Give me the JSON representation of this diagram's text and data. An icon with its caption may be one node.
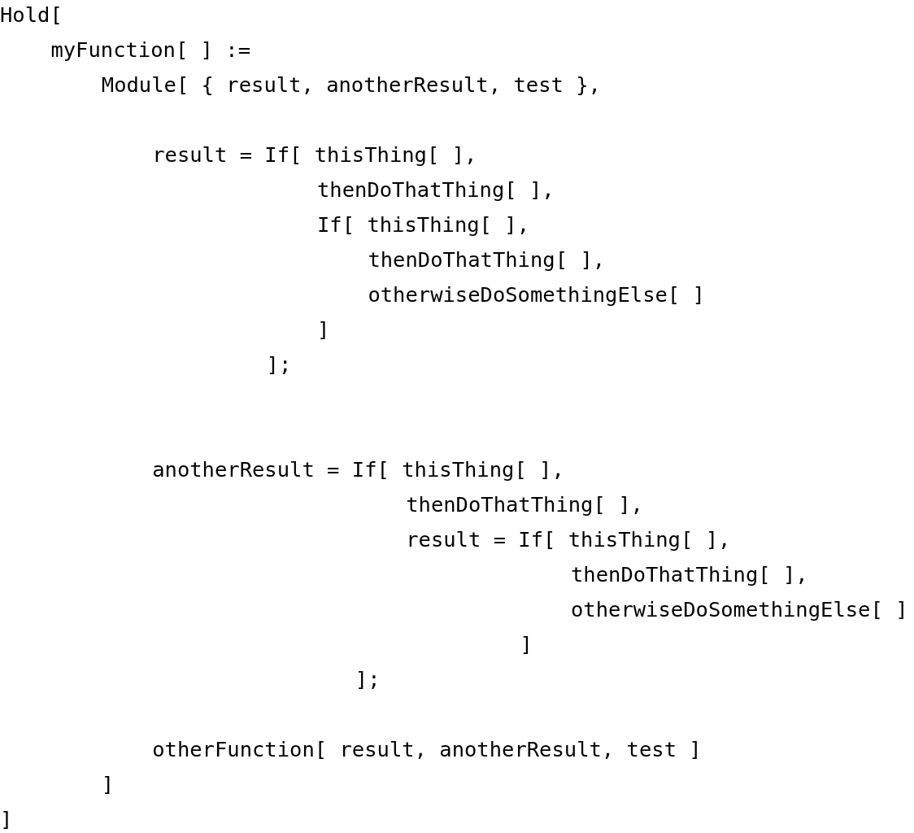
{
  "diagram": {
    "labels": [
      "Hold[",
      "myFunction[ ] :=",
      "Module[ { result, anotherResult, test },",
      "result = If[ thisThing[ ],",
      "thenDoThatThing[ ],",
      "If[ thisThing[ ],",
      "thenDoThatThing[ ],",
      "otherwiseDoSomethingElse[ ]",
      "]",
      "];",
      "anotherResult = If[ thisThing[ ],",
      "thenDoThatThing[ ],",
      "result = If[ thisThing[ ],",
      "thenDoThatThing[ ],",
      "otherwiseDoSomethingElse[ ]",
      "]",
      "];",
      "otherFunction[ result, anotherResult, test ]",
      "]",
      "]"
    ]
  }
}
